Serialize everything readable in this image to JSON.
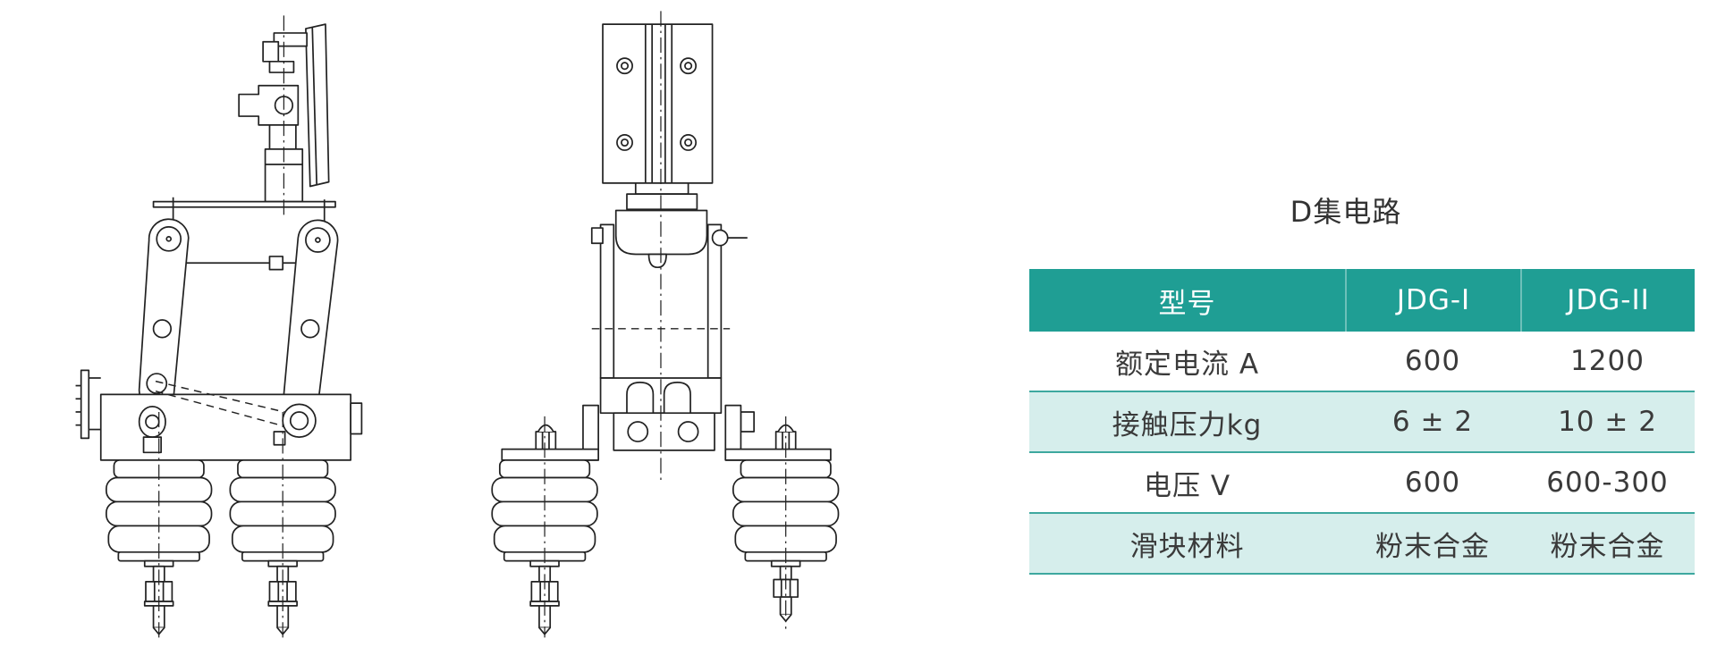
{
  "title": "D集电路",
  "spec_table": {
    "headers": [
      "型号",
      "JDG-I",
      "JDG-II"
    ],
    "rows": [
      [
        "额定电流 A",
        "600",
        "1200"
      ],
      [
        "接触压力kg",
        "6 ± 2",
        "10 ± 2"
      ],
      [
        "电压 V",
        "600",
        "600-300"
      ],
      [
        "滑块材料",
        "粉末合金",
        "粉末合金"
      ]
    ]
  },
  "colors": {
    "header_bg": "#1f9e94",
    "stripe_bg": "#d6eeec",
    "rule": "#3da89f",
    "line_art": "#222222"
  }
}
